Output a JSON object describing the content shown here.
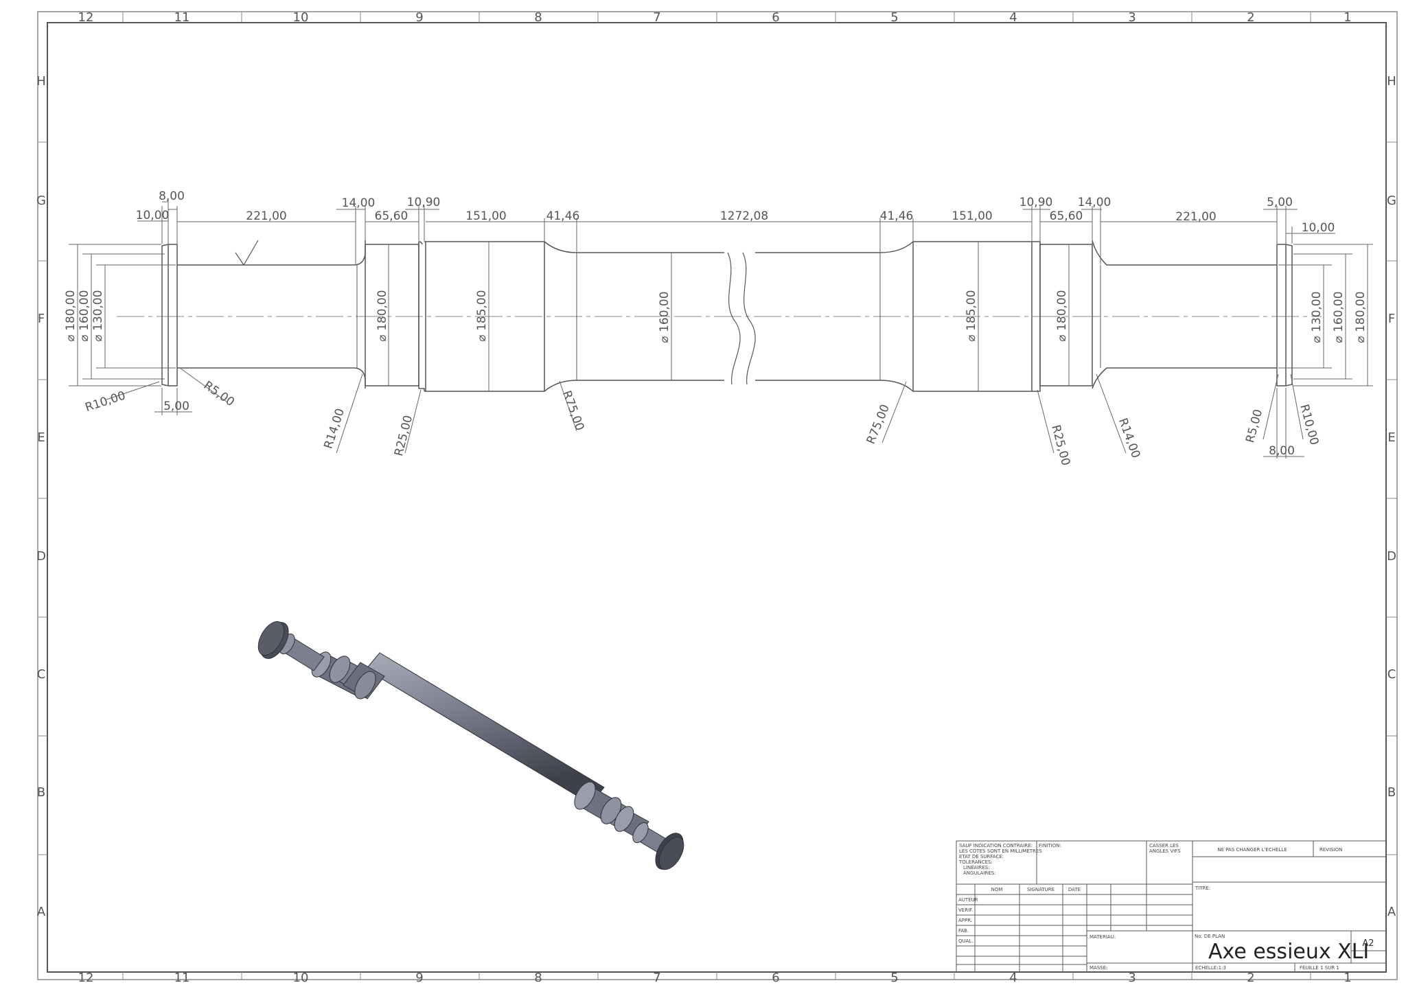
{
  "zones": {
    "columns": [
      "12",
      "11",
      "10",
      "9",
      "8",
      "7",
      "6",
      "5",
      "4",
      "3",
      "2",
      "1"
    ],
    "rows": [
      "H",
      "G",
      "F",
      "E",
      "D",
      "C",
      "B",
      "A"
    ]
  },
  "dimensions": {
    "top": {
      "d8_00_left": "8,00",
      "d10_00_left": "10,00",
      "d221_00_left": "221,00",
      "d14_00_left": "14,00",
      "d10_90_left": "10,90",
      "d65_60_left": "65,60",
      "d151_00_left": "151,00",
      "d41_46_left": "41,46",
      "d1272_08": "1272,08",
      "d41_46_right": "41,46",
      "d151_00_right": "151,00",
      "d10_90_right": "10,90",
      "d14_00_right": "14,00",
      "d65_60_right": "65,60",
      "d221_00_right": "221,00",
      "d5_00_right": "5,00",
      "d10_00_right": "10,00"
    },
    "diameters": {
      "l180": "⌀ 180,00",
      "l160": "⌀ 160,00",
      "l130": "⌀ 130,00",
      "c180_left": "⌀ 180,00",
      "c185_left": "⌀ 185,00",
      "c160": "⌀ 160,00",
      "c185_right": "⌀ 185,00",
      "c180_right": "⌀ 180,00",
      "r130": "⌀ 130,00",
      "r160": "⌀ 160,00",
      "r180": "⌀ 180,00"
    },
    "radii": {
      "r10_left": "R10,00",
      "r5_left": "R5,00",
      "d5_00_bottom_left": "5,00",
      "r14_left": "R14,00",
      "r25_left": "R25,00",
      "r75_left": "R75,00",
      "r75_right": "R75,00",
      "r25_right": "R25,00",
      "r14_right": "R14,00",
      "r5_right": "R5,00",
      "r10_right": "R10,00",
      "d8_00_bottom_right": "8,00"
    }
  },
  "title_block": {
    "general_notes": [
      "SAUF INDICATION CONTRAIRE:",
      "LES COTES SONT EN MILLIMETRES",
      "ETAT DE SURFACE:",
      "TOLERANCES:",
      "LINEAIRES:",
      "ANGULAIRES:"
    ],
    "finition": "FINITION:",
    "casser_angles": [
      "CASSER LES",
      "ANGLES VIFS"
    ],
    "ne_pas_changer": "NE PAS CHANGER L'ECHELLE",
    "revision": "REVISION",
    "col_nom": "NOM",
    "col_signature": "SIGNATURE",
    "col_date": "DATE",
    "roles": [
      "AUTEUR",
      "VERIF.",
      "APPR.",
      "FAB.",
      "QUAL."
    ],
    "titre": "TITRE:",
    "materiau": "MATERIAU:",
    "no_de_plan": "No. DE PLAN",
    "drawing_title": "Axe essieux XLI",
    "sheet_size": "A2",
    "masse": "MASSE:",
    "echelle": "ECHELLE:1:3",
    "feuille": "FEUILLE 1 SUR 1"
  },
  "colors": {
    "line": "#555555",
    "frame": "#888888",
    "part_body": "#7c7f8e",
    "part_dark": "#3e404a",
    "part_light": "#a9acb8"
  }
}
